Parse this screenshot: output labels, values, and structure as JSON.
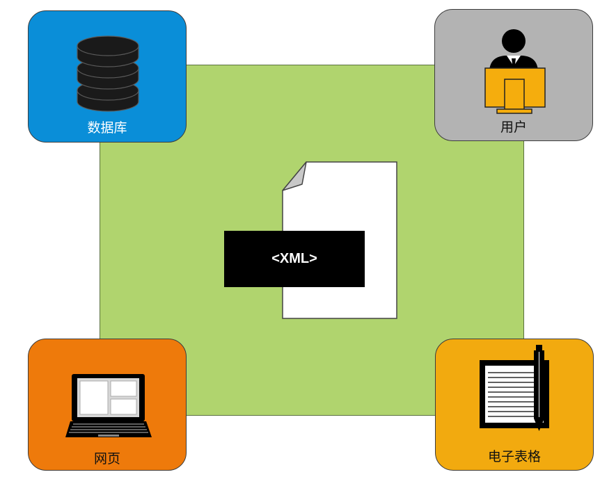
{
  "diagram": {
    "center": {
      "label": "<XML>"
    },
    "nodes": {
      "database": {
        "label": "数据库",
        "icon": "database-icon"
      },
      "user": {
        "label": "用户",
        "icon": "user-at-computer-icon"
      },
      "webpage": {
        "label": "网页",
        "icon": "laptop-icon"
      },
      "spreadsheet": {
        "label": "电子表格",
        "icon": "notepad-pen-icon"
      }
    }
  },
  "colors": {
    "center_square": "#b0d46e",
    "database_tile": "#0a8ed8",
    "user_tile": "#b3b3b3",
    "webpage_tile": "#ee7a0b",
    "spreadsheet_tile": "#f2aa0f"
  }
}
